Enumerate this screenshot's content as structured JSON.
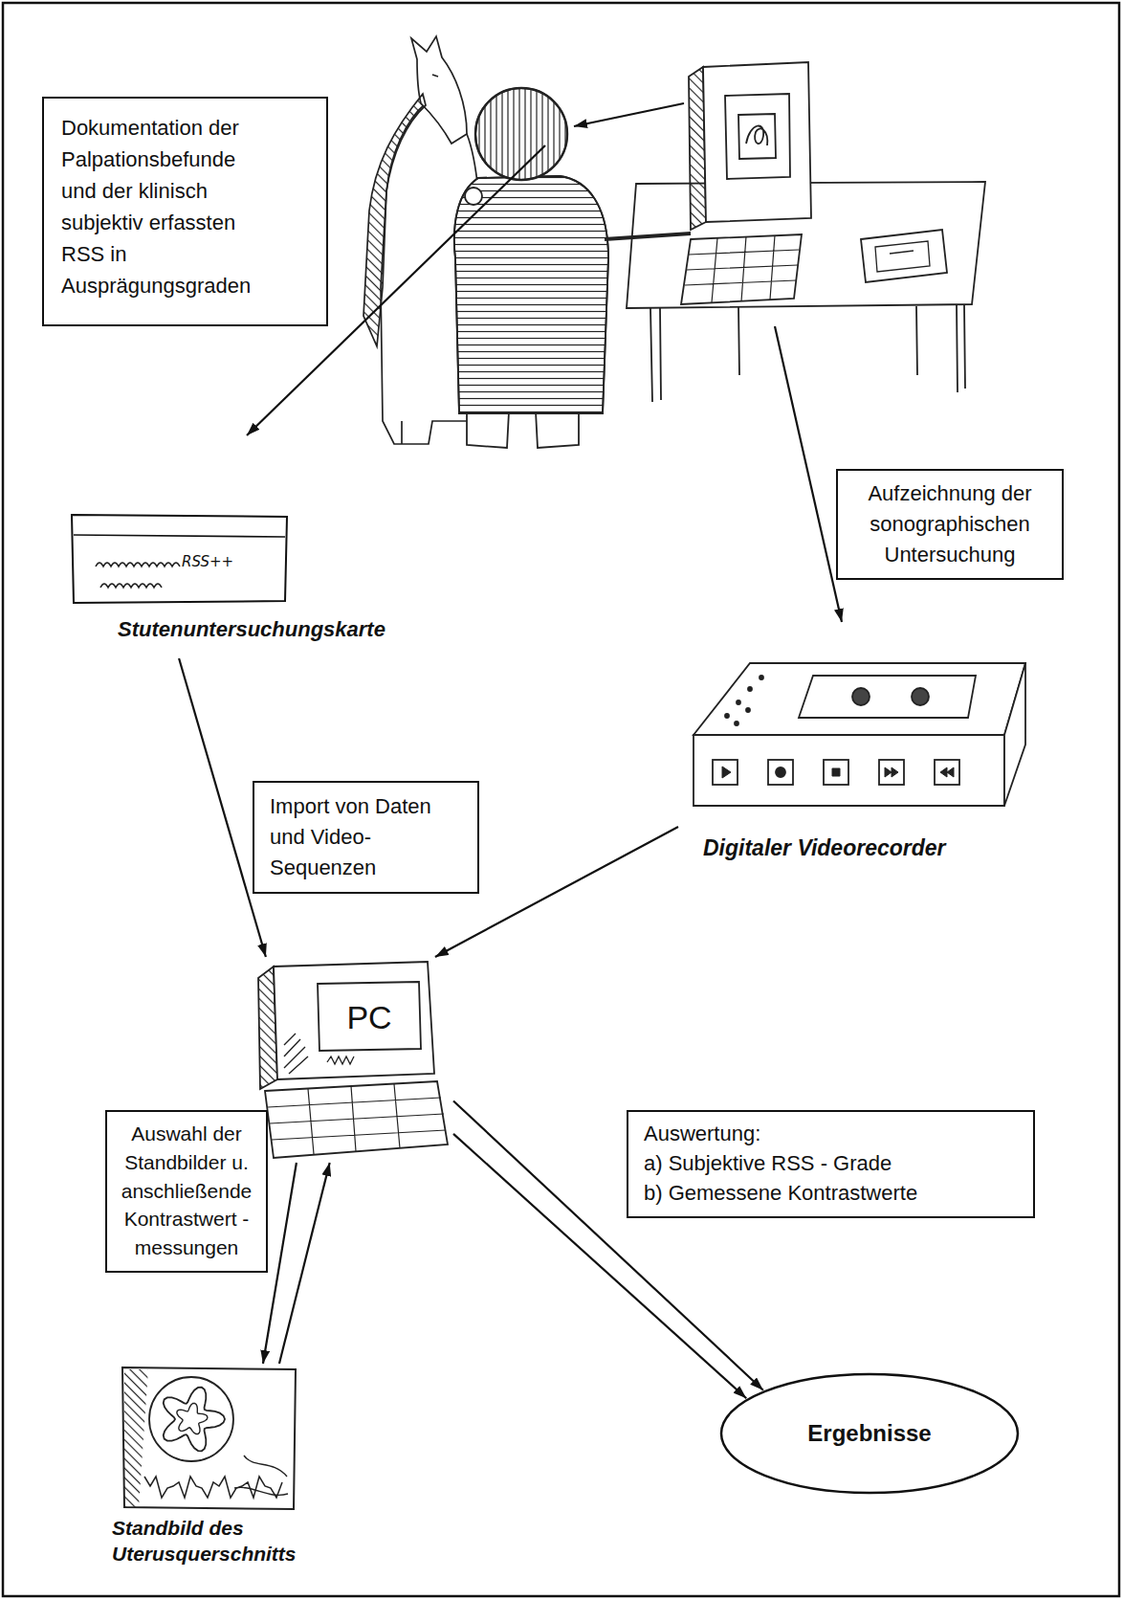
{
  "diagram": {
    "nodes": [
      {
        "text": [
          "Dokumentation der Palpationsbefunde und der klinisch subjektiv erfassten RSS in Ausprägungsgraden"
        ]
      },
      {
        "text": [
          "Aufzeichnung der sonographischen Untersuchung"
        ]
      },
      {
        "text": [
          "RSS++",
          "Stutenuntersuchungskarte"
        ]
      },
      {
        "text": [
          "Import von Daten und Video- Sequenzen"
        ]
      },
      {
        "text": [
          "Digitaler Videorecorder"
        ]
      },
      {
        "text": [
          "PC"
        ]
      },
      {
        "text": [
          "Auswertung:",
          "a) Subjektive RSS - Grade",
          "b) Gemessene Kontrastwerte"
        ]
      },
      {
        "text": [
          "Auswahl der Standbilder u. anschließende Kontrastwert - messungen"
        ]
      },
      {
        "text": [
          "Ergebnisse"
        ]
      },
      {
        "text": [
          "Standbild des Uterusquerschnitts"
        ]
      }
    ],
    "edges": [
      {
        "from": 2,
        "to": 5,
        "arrow": "to"
      },
      {
        "from": 4,
        "to": 5,
        "arrow": "to"
      },
      {
        "from": 5,
        "to": 9,
        "arrow": "to"
      },
      {
        "from": 9,
        "to": 5,
        "arrow": "to"
      },
      {
        "from": 5,
        "to": 8,
        "arrow": "to"
      },
      {
        "from": 5,
        "to": 8,
        "arrow": "to"
      }
    ]
  }
}
